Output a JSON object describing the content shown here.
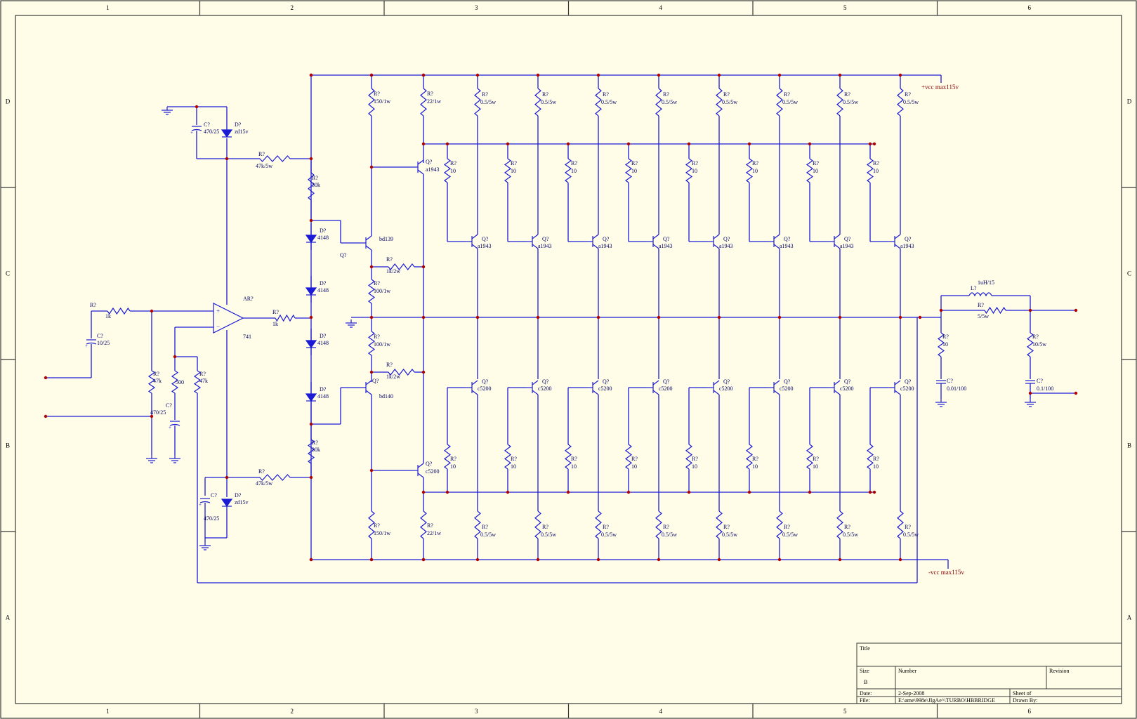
{
  "border": {
    "columns": [
      "1",
      "2",
      "3",
      "4",
      "5",
      "6"
    ],
    "rows": [
      "D",
      "C",
      "B",
      "A"
    ]
  },
  "supply": {
    "positive": "+vcc max115v",
    "negative": "-vcc max115v"
  },
  "input_stage": {
    "opamp_ref": "AR?",
    "opamp_part": "741",
    "r_in_ref": "R?",
    "r_in_val": "1k",
    "c_in_ref": "C?",
    "c_in_val": "10/25",
    "r_bias_ref": "R?",
    "r_bias_val": "47k",
    "c_bias_val": "470/25",
    "r_pot_val": "500",
    "c_fb_ref": "C?",
    "r_fb_ref": "R?",
    "r_fb_val": "47k",
    "r_out_ref": "R?",
    "r_out_val": "1k"
  },
  "rail_regulator": {
    "top_cap_ref": "C?",
    "top_cap_val": "470/25",
    "top_zener_ref": "D?",
    "top_zener_val": "zd15v",
    "top_res_ref": "R?",
    "top_res_val": "47k/5w",
    "bot_cap_ref": "C?",
    "bot_cap_val": "470/25",
    "bot_zener_ref": "D?",
    "bot_zener_val": "zd15v",
    "bot_res_ref": "R?",
    "bot_res_val": "47k/5w"
  },
  "bias_chain": {
    "r_top_ref": "R?",
    "r_top_val": "30k",
    "r_bot_ref": "R?",
    "r_bot_val": "30k",
    "diode_ref": "D?",
    "diode_val": "4148"
  },
  "driver_stage": {
    "npn_ref": "Q?",
    "npn_part": "bd139",
    "pnp_ref": "Q?",
    "pnp_part": "bd140",
    "r1_ref": "R?",
    "r1_val": "1k/2w",
    "r2_ref": "R?",
    "r2_val": "100/1w",
    "r3_ref": "R?",
    "r3_val": "100/1w",
    "r4_ref": "R?",
    "r4_val": "1k/2w",
    "r_top_ref": "R?",
    "r_top_val": "150/1w",
    "r_bot_ref": "R?",
    "r_bot_val": "150/1w",
    "r_22top_ref": "R?",
    "r_22top_val": "22/1w",
    "r_22bot_ref": "R?",
    "r_22bot_val": "22/1w",
    "q_pre_top_ref": "Q?",
    "q_pre_top_part": "a1943",
    "q_pre_bot_ref": "Q?",
    "q_pre_bot_part": "c5200"
  },
  "output_stage": {
    "pnp_part": "a1943",
    "npn_part": "c5200",
    "transistor_ref": "Q?",
    "emitter_res_ref": "R?",
    "emitter_res_val": "0.5/5w",
    "base_res_ref": "R?",
    "base_res_val": "10",
    "pairs": 8
  },
  "output_network": {
    "inductor_ref": "L?",
    "inductor_val": "1uH/15",
    "r_par_ref": "R?",
    "r_par_val": "5/5w",
    "zobel1_r_ref": "R?",
    "zobel1_r_val": "10",
    "zobel1_c_ref": "C?",
    "zobel1_c_val": "0.01/100",
    "zobel2_r_ref": "R?",
    "zobel2_r_val": "10/5w",
    "zobel2_c_ref": "C?",
    "zobel2_c_val": "0.1/100"
  },
  "title_block": {
    "title_label": "Title",
    "size_label": "Size",
    "size_val": "B",
    "number_label": "Number",
    "revision_label": "Revision",
    "date_label": "Date:",
    "date_val": "2-Sep-2008",
    "sheet_label": "Sheet   of",
    "file_label": "File:",
    "file_val": "E:\\ame\\998e\\JIgAe^\\TURBO\\HBBRIDGE",
    "drawn_label": "Drawn By:"
  },
  "colors": {
    "paper": "#fffde8",
    "wire": "#1b1bd6",
    "component": "#1b1bd6",
    "border": "#3a3a3a",
    "junction": "#b30000",
    "label": "#000066",
    "net_label": "#8b0000"
  }
}
